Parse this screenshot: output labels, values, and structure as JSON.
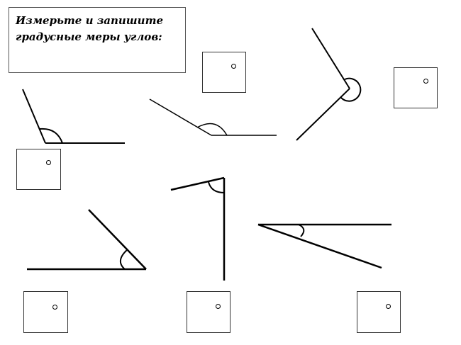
{
  "title": {
    "text": "Измерьте и запишите\nградусные меры углов:"
  },
  "answer_boxes": [
    {
      "name": "answer-box-1",
      "value": "",
      "unit_icon": "degree-icon"
    },
    {
      "name": "answer-box-2",
      "value": "",
      "unit_icon": "degree-icon"
    },
    {
      "name": "answer-box-3",
      "value": "",
      "unit_icon": "degree-icon"
    },
    {
      "name": "answer-box-4",
      "value": "",
      "unit_icon": "degree-icon"
    },
    {
      "name": "answer-box-5",
      "value": "",
      "unit_icon": "degree-icon"
    },
    {
      "name": "answer-box-6",
      "value": "",
      "unit_icon": "degree-icon"
    },
    {
      "name": "answer-box-7",
      "value": "",
      "unit_icon": "degree-icon"
    }
  ],
  "colors": {
    "ink": "#000000",
    "box_border": "#333333",
    "background": "#ffffff"
  }
}
